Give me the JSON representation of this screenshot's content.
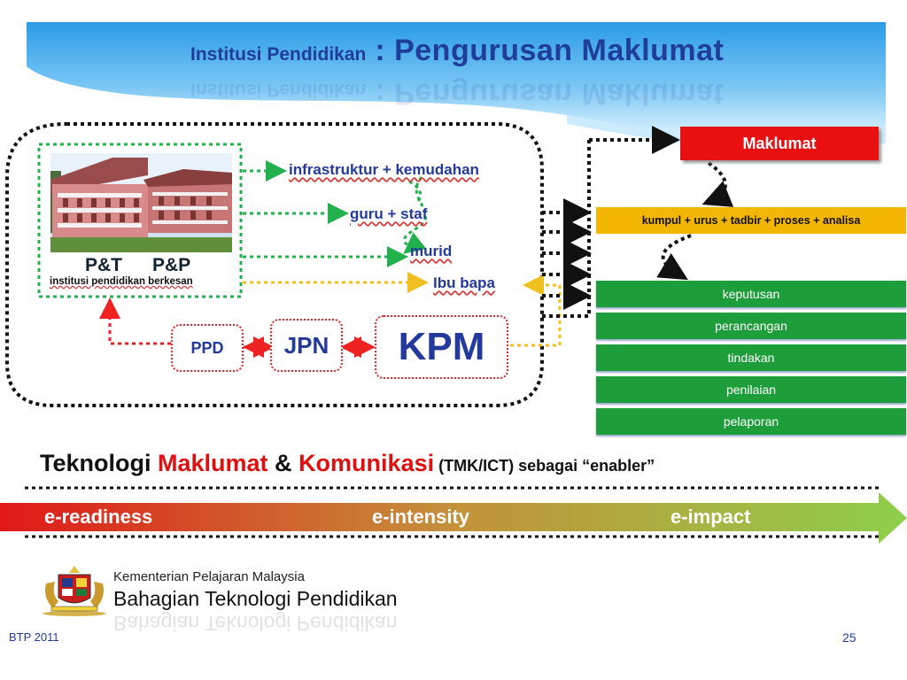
{
  "header": {
    "title_small": "Institusi Pendidikan",
    "title_sep": " : ",
    "title_big": "Pengurusan Maklumat"
  },
  "school": {
    "label_pt": "P&T",
    "label_pp": "P&P",
    "caption": "institusi pendidikan berkesan"
  },
  "nodes": {
    "infrastruktur": "infrastruktur + kemudahan",
    "guru": "guru + staf",
    "murid": "murid",
    "ibubapa": "Ibu bapa",
    "ppd": "PPD",
    "jpn": "JPN",
    "kpm": "KPM"
  },
  "right": {
    "maklumat": "Maklumat",
    "kumpul": "kumpul + urus + tadbir + proses + analisa",
    "steps": [
      "keputusan",
      "perancangan",
      "tindakan",
      "penilaian",
      "pelaporan"
    ]
  },
  "ict": {
    "p1": "Teknologi ",
    "p2": "Maklumat",
    "p3": " & ",
    "p4": "Komunikasi",
    "p5": " (TMK/ICT)  sebagai “enabler”"
  },
  "arrow": {
    "stages": [
      "e-readiness",
      "e-intensity",
      "e-impact"
    ]
  },
  "footer": {
    "ministry": "Kementerian Pelajaran Malaysia",
    "division": "Bahagian Teknologi Pendidikan",
    "code": "BTP 2011",
    "page": "25"
  },
  "colors": {
    "accent_blue": "#23399b",
    "red": "#e81010",
    "green": "#1e9e3a",
    "amber": "#f2b500"
  }
}
